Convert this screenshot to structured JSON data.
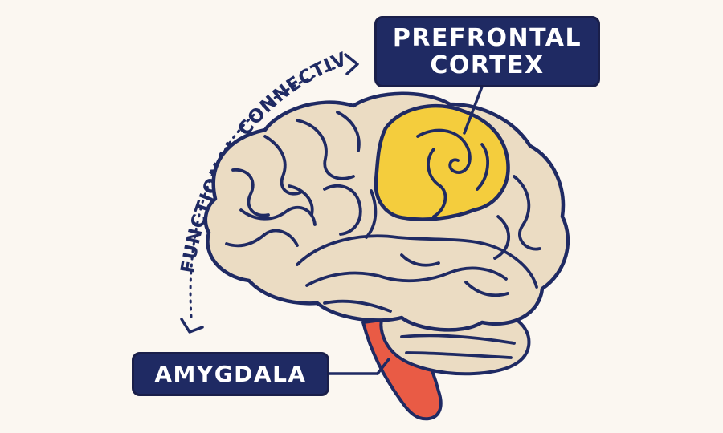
{
  "labels": {
    "prefrontal_line1": "PREFRONTAL",
    "prefrontal_line2": "CORTEX",
    "amygdala": "AMYGDALA",
    "connection": "FUNCTIONAL CONNECTIVITY"
  },
  "colors": {
    "background": "#fbf7f1",
    "brain_fill": "#ebdcc3",
    "outline": "#1f2a63",
    "prefrontal_highlight": "#f4cd3d",
    "amygdala_highlight": "#e95b45",
    "label_box": "#1f2a63",
    "label_text": "#ffffff"
  }
}
